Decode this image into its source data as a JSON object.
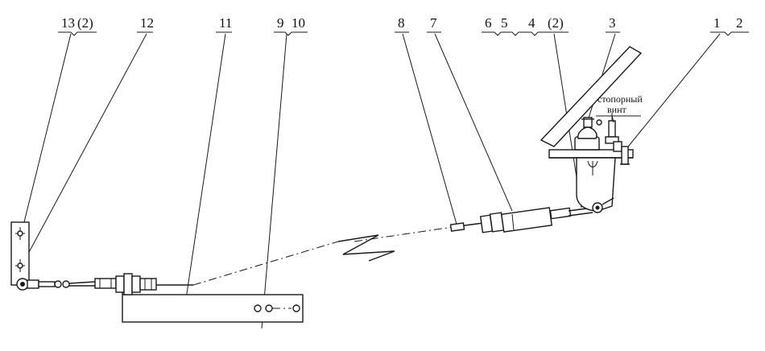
{
  "callouts": {
    "c13": "13",
    "c13_ref": "(2)",
    "c12": "12",
    "c11": "11",
    "c9": "9",
    "c10": "10",
    "c8": "8",
    "c7": "7",
    "c6": "6",
    "c5": "5",
    "c4": "4",
    "c4_ref": "(2)",
    "c3": "3",
    "c1": "1",
    "c2": "2"
  },
  "annotation": {
    "line1": "стопорный",
    "line2": "винт"
  }
}
